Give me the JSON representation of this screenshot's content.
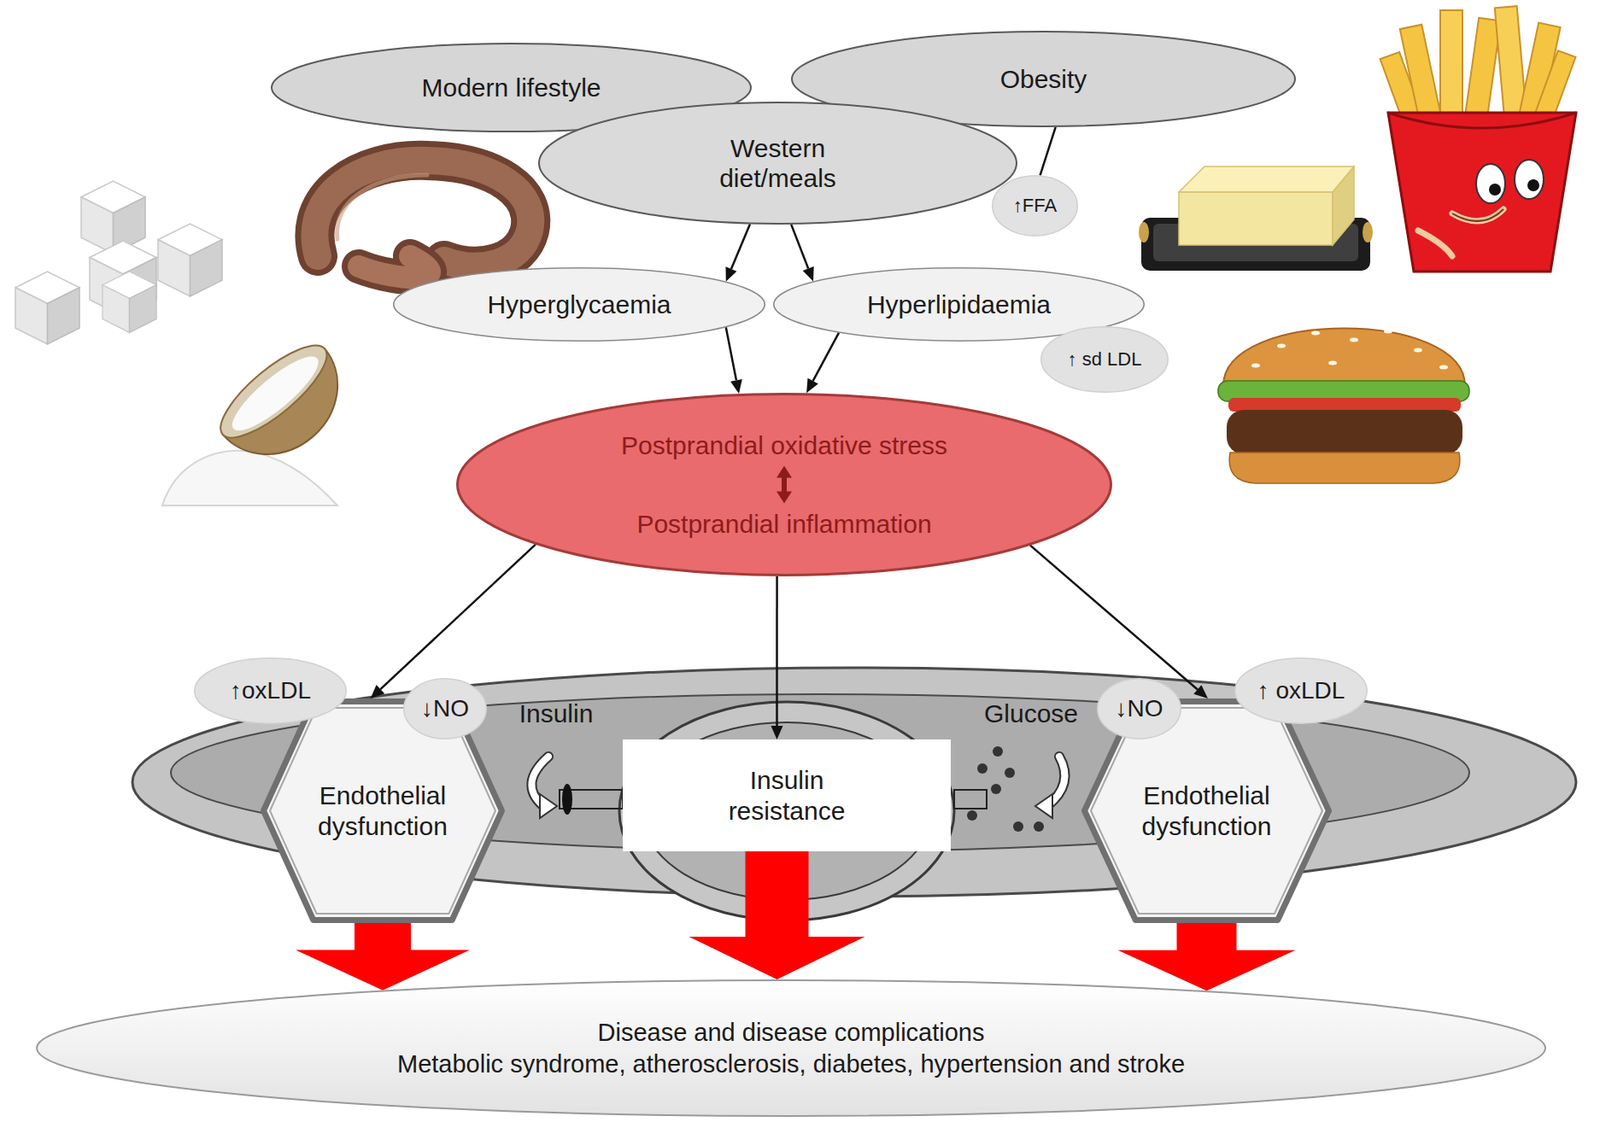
{
  "diagram": {
    "nodes": [
      {
        "text": [
          "Modern lifestyle"
        ]
      },
      {
        "text": [
          "Obesity"
        ]
      },
      {
        "text": [
          "Western diet/meals"
        ]
      },
      {
        "text": [
          "↑FFA"
        ]
      },
      {
        "text": [
          "Hyperglycaemia"
        ]
      },
      {
        "text": [
          "Hyperlipidaemia"
        ]
      },
      {
        "text": [
          "↑ sd LDL"
        ]
      },
      {
        "text": [
          "Postprandial oxidative stress",
          "Postprandial inflammation"
        ]
      },
      {
        "text": [
          "↑oxLDL"
        ]
      },
      {
        "text": [
          "↓NO"
        ]
      },
      {
        "text": [
          "Endothelial dysfunction"
        ]
      },
      {
        "text": [
          "Insulin resistance"
        ]
      },
      {
        "text": [
          "↓NO"
        ]
      },
      {
        "text": [
          "↑ oxLDL"
        ]
      },
      {
        "text": [
          "Endothelial dysfunction"
        ]
      },
      {
        "text": [
          "Disease and disease complications",
          "Metabolic syndrome, atherosclerosis, diabetes, hypertension and stroke"
        ]
      }
    ],
    "edges": [
      {
        "from": 1,
        "to": 3,
        "arrow": "none"
      },
      {
        "from": 2,
        "to": 4,
        "arrow": "to"
      },
      {
        "from": 2,
        "to": 5,
        "arrow": "to"
      },
      {
        "from": 4,
        "to": 7,
        "arrow": "to"
      },
      {
        "from": 5,
        "to": 7,
        "arrow": "to"
      },
      {
        "from": 7,
        "to": 10,
        "arrow": "to"
      },
      {
        "from": 7,
        "to": 11,
        "arrow": "to"
      },
      {
        "from": 7,
        "to": 14,
        "arrow": "to"
      },
      {
        "from": 10,
        "to": 15,
        "arrow": "to"
      },
      {
        "from": 11,
        "to": 15,
        "arrow": "to"
      },
      {
        "from": 14,
        "to": 15,
        "arrow": "to"
      }
    ],
    "labels": [
      "Insulin",
      "Glucose"
    ]
  }
}
